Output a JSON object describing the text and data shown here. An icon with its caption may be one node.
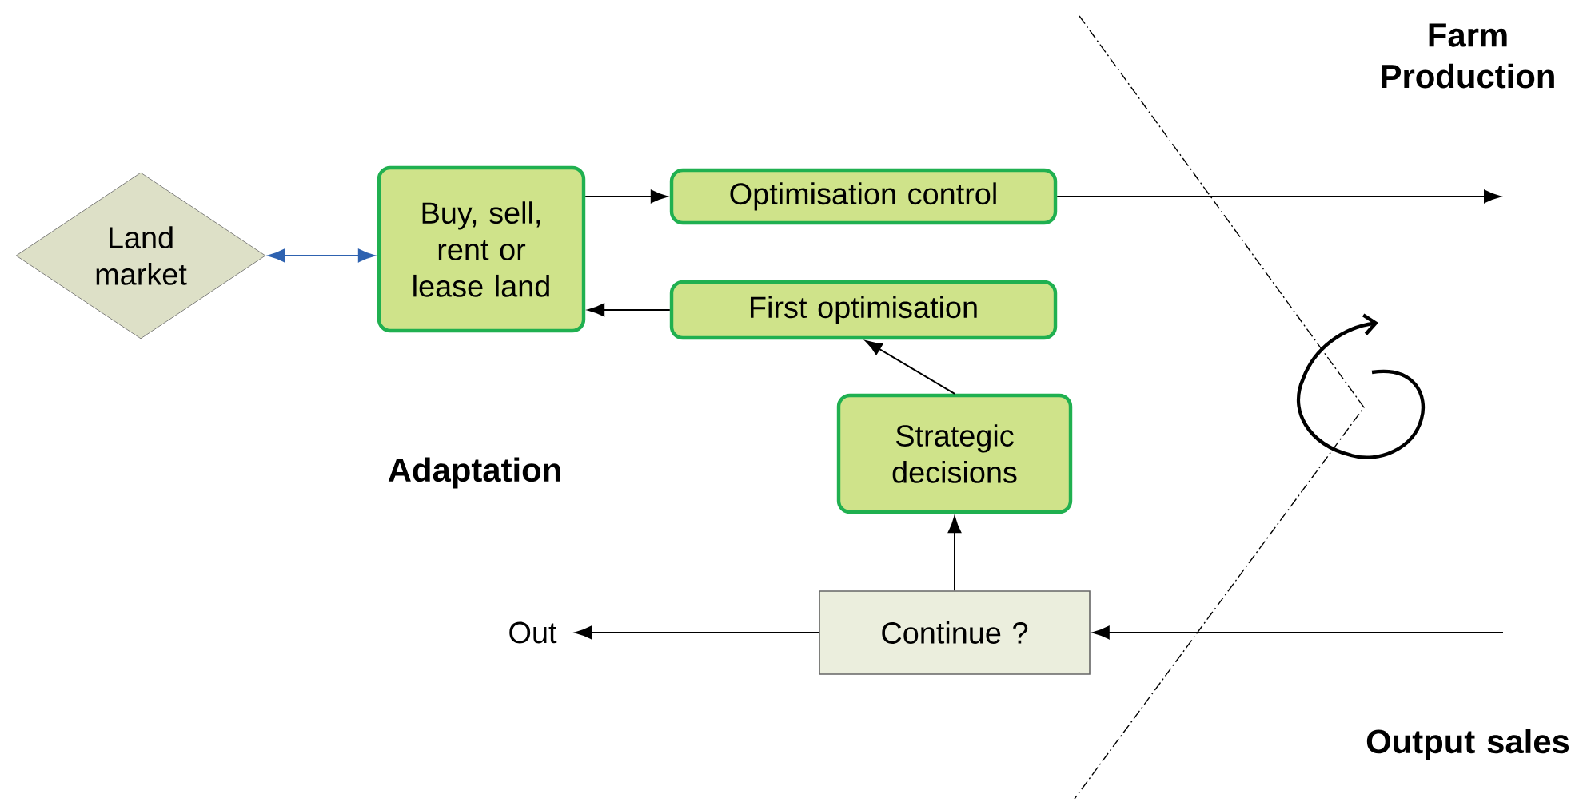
{
  "diagram": {
    "nodes": [
      {
        "text": [
          "Land market"
        ]
      },
      {
        "text": [
          "Buy, sell, rent or lease land"
        ]
      },
      {
        "text": [
          "Optimisation control"
        ]
      },
      {
        "text": [
          "First optimisation"
        ]
      },
      {
        "text": [
          "Strategic decisions"
        ]
      },
      {
        "text": [
          "Continue ?"
        ]
      },
      {
        "text": [
          "Out"
        ]
      }
    ],
    "edges": [
      {
        "from": 0,
        "to": 1,
        "arrow": "both",
        "color": "#2e62b0"
      },
      {
        "from": 1,
        "to": 2,
        "arrow": "to"
      },
      {
        "from": 2,
        "to": null,
        "arrow": "to"
      },
      {
        "from": 3,
        "to": 1,
        "arrow": "to"
      },
      {
        "from": 4,
        "to": 3,
        "arrow": "to"
      },
      {
        "from": 5,
        "to": 4,
        "arrow": "to"
      },
      {
        "from": 5,
        "to": 6,
        "arrow": "to"
      },
      {
        "from": null,
        "to": 5,
        "arrow": "to"
      }
    ],
    "labels": [
      "Farm Production",
      "Adaptation",
      "Output sales"
    ]
  }
}
